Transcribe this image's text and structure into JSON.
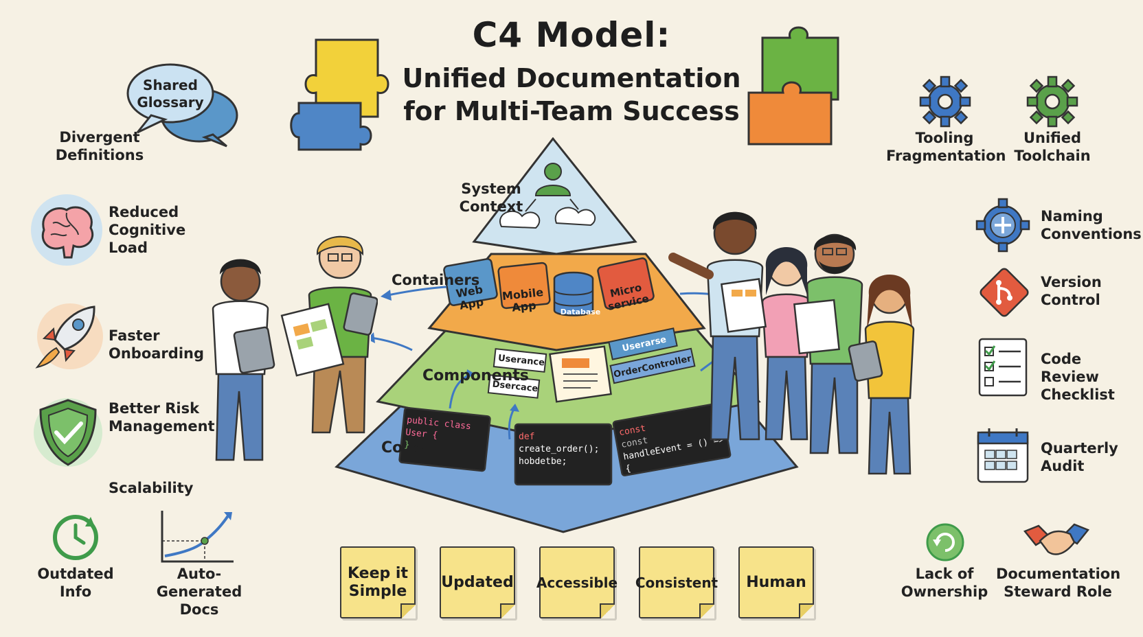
{
  "title": {
    "line1": "C4 Model:",
    "line2": "Unified Documentation",
    "line3": "for Multi-Team Success"
  },
  "pyramid": {
    "levels": {
      "system_context": "System Context",
      "containers": "Containers",
      "components": "Components",
      "code": "Code"
    },
    "containers": [
      "Web App",
      "Mobile App",
      "Database",
      "Micro service"
    ],
    "components": [
      "Userance",
      "Dsercace",
      "Userarse",
      "OrderController"
    ],
    "code_snippets": [
      {
        "line1": "public class User {",
        "line2": "}"
      },
      {
        "line1": "def",
        "line2": "create_order();",
        "line3": "hobdetbe;"
      },
      {
        "line1": "const",
        "line2": "const",
        "line3": "handleEvent = () => {"
      }
    ]
  },
  "left_items": {
    "shared_glossary": "Shared Glossary",
    "divergent_definitions": "Divergent Definitions",
    "reduced_cognitive_load": "Reduced Cognitive Load",
    "faster_onboarding": "Faster Onboarding",
    "better_risk_management": "Better Risk Management",
    "scalability": "Scalability",
    "outdated_info": "Outdated Info",
    "auto_generated_docs": "Auto-Generated Docs"
  },
  "right_items": {
    "tooling_fragmentation": "Tooling Fragmentation",
    "unified_toolchain": "Unified Toolchain",
    "naming_conventions": "Naming Conventions",
    "version_control": "Version Control",
    "code_review_checklist": "Code Review Checklist",
    "quarterly_audit": "Quarterly Audit",
    "lack_of_ownership": "Lack of Ownership",
    "documentation_steward_role": "Documentation Steward Role"
  },
  "principles": [
    "Keep it Simple",
    "Updated",
    "Accessible",
    "Consistent",
    "Human"
  ],
  "colors": {
    "background": "#f6f1e4",
    "level_context": "#cfe4f0",
    "level_containers": "#f2a94a",
    "level_components": "#a9d27a",
    "level_code": "#7aa6d9",
    "sticky_note": "#f7e38a",
    "gear_blue": "#3f78c4",
    "gear_green": "#5aa14a",
    "version_red": "#e25b3f"
  }
}
